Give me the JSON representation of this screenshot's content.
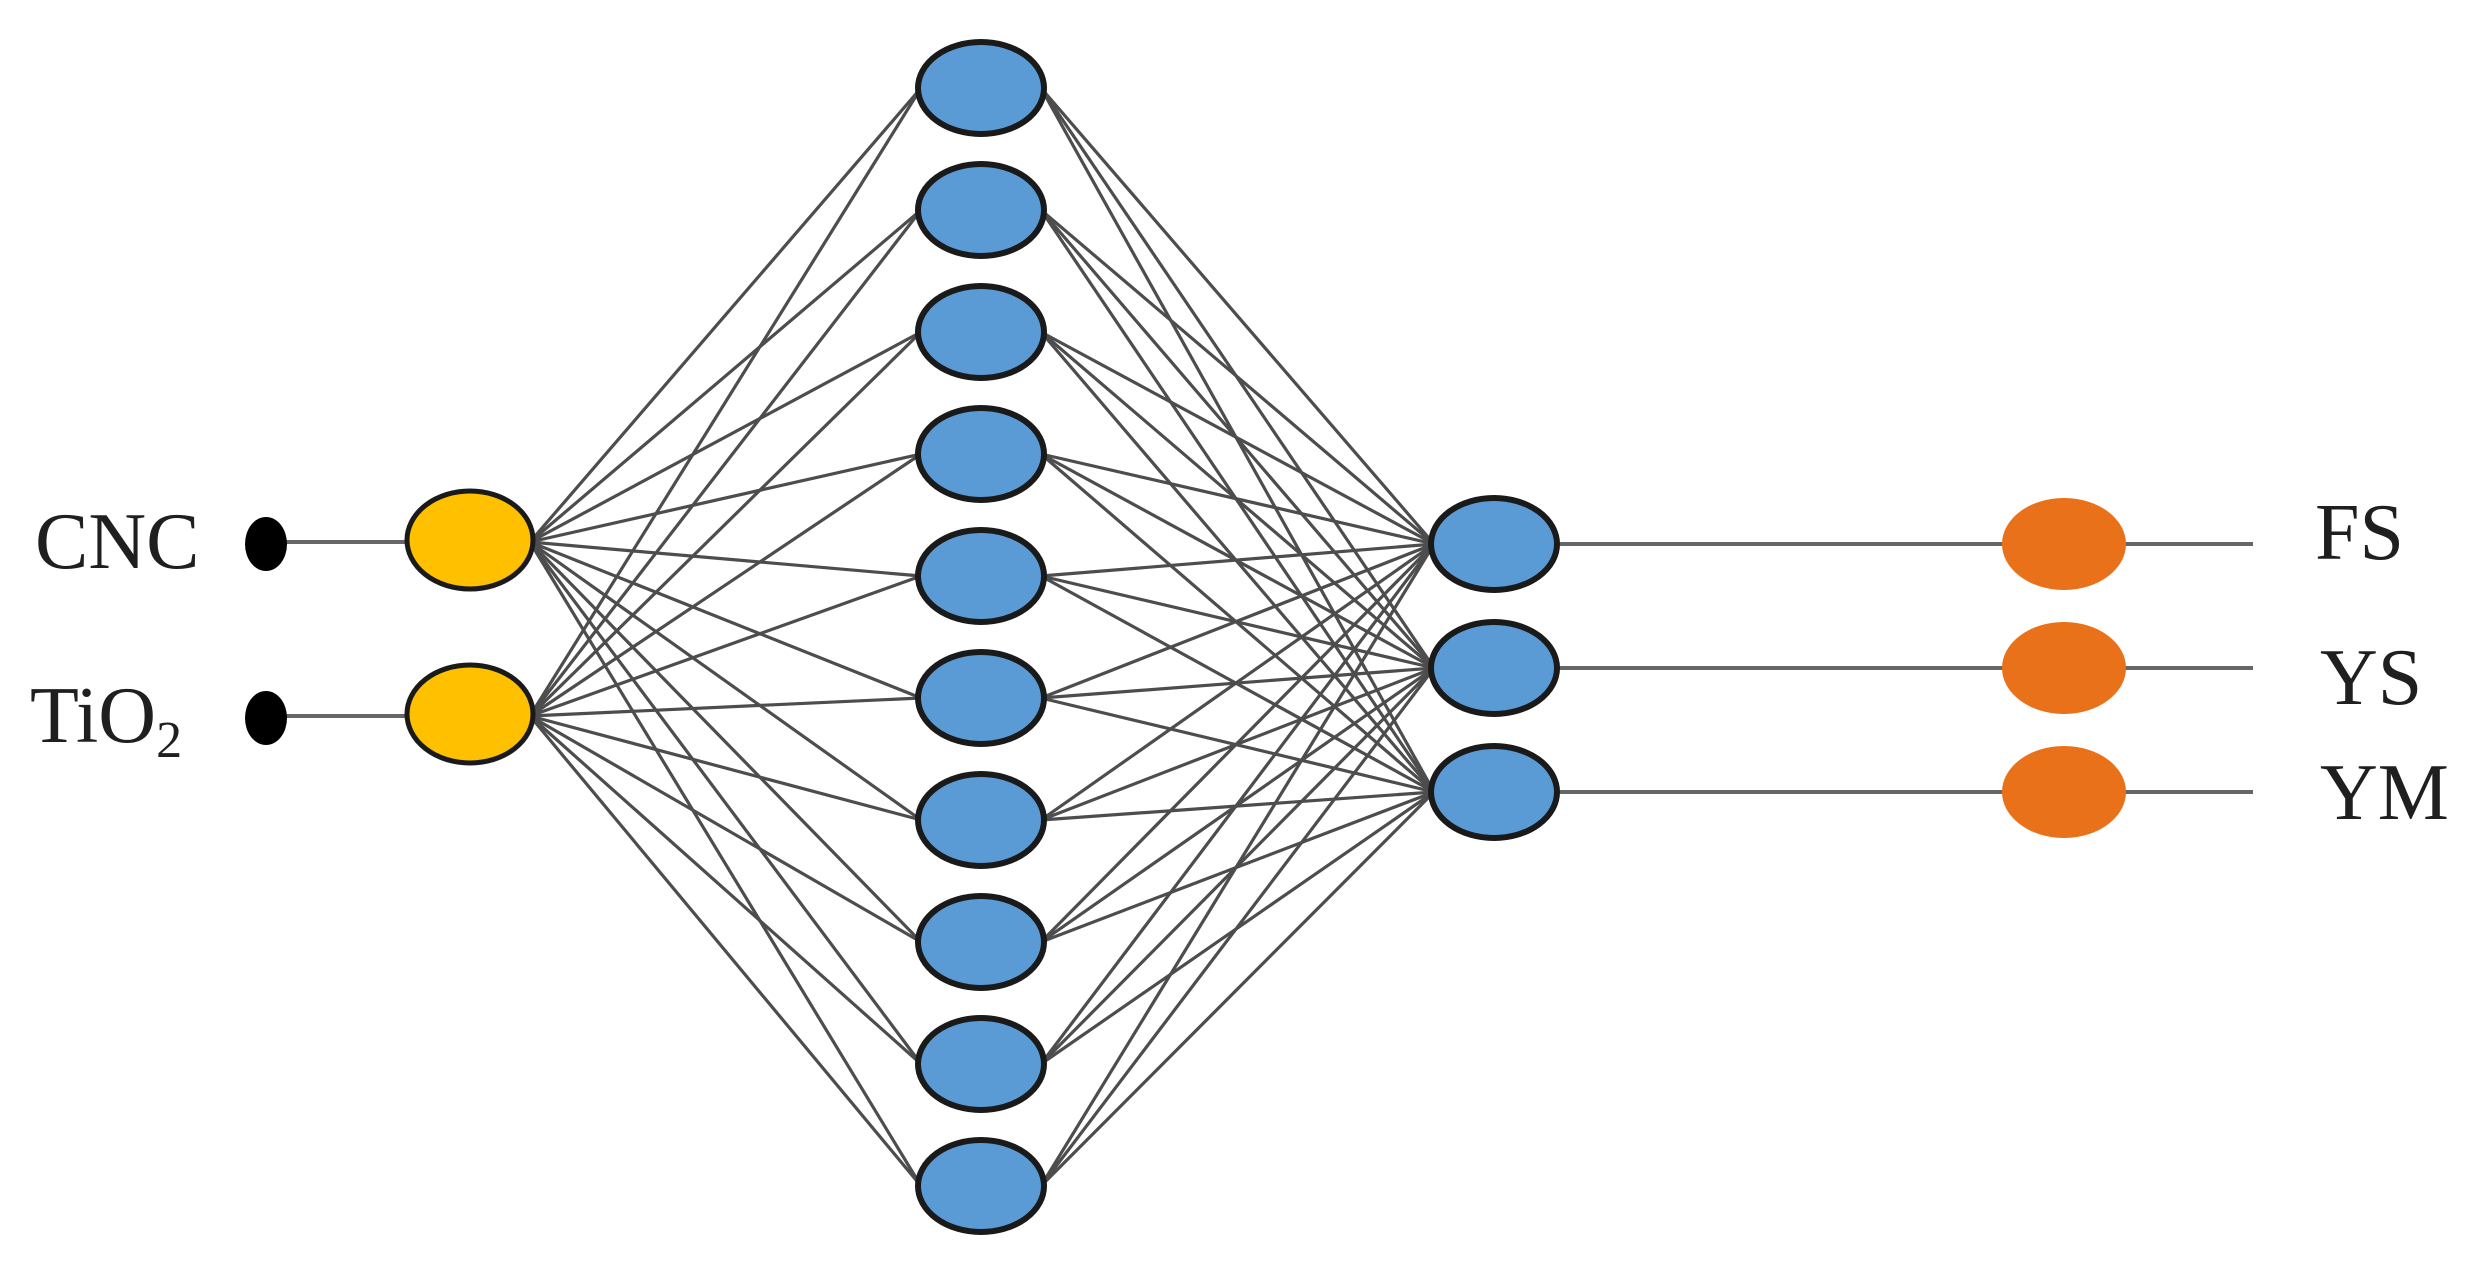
{
  "figure": {
    "type": "neural-network-diagram",
    "description": "Feed-forward artificial neural network: 2 inputs, 10-neuron hidden layer, 3-neuron second hidden layer, 3 outputs",
    "input_labels": [
      {
        "label": "CNC",
        "sub": ""
      },
      {
        "label": "TiO",
        "sub": "2"
      }
    ],
    "output_labels": [
      {
        "label": "FS"
      },
      {
        "label": "YS"
      },
      {
        "label": "YM"
      }
    ],
    "layer_sizes": {
      "input": 2,
      "hidden1": 10,
      "hidden2": 3,
      "output": 3
    },
    "colors": {
      "background": "#FFFFFF",
      "input_dot": "#000000",
      "input_node_fill": "#FFC000",
      "hidden_node_fill": "#5B9BD5",
      "output_node_fill": "#E8711A",
      "node_stroke": "#1A1A1A",
      "edge": "#4D4D4D",
      "connector": "#666666",
      "label_text": "#1F1F1F"
    }
  }
}
